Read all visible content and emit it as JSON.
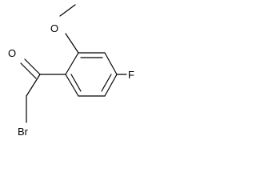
{
  "structure": {
    "atoms": {
      "oxygen_carbonyl": "O",
      "oxygen_methoxy": "O",
      "fluorine": "F",
      "bromine": "Br"
    }
  }
}
